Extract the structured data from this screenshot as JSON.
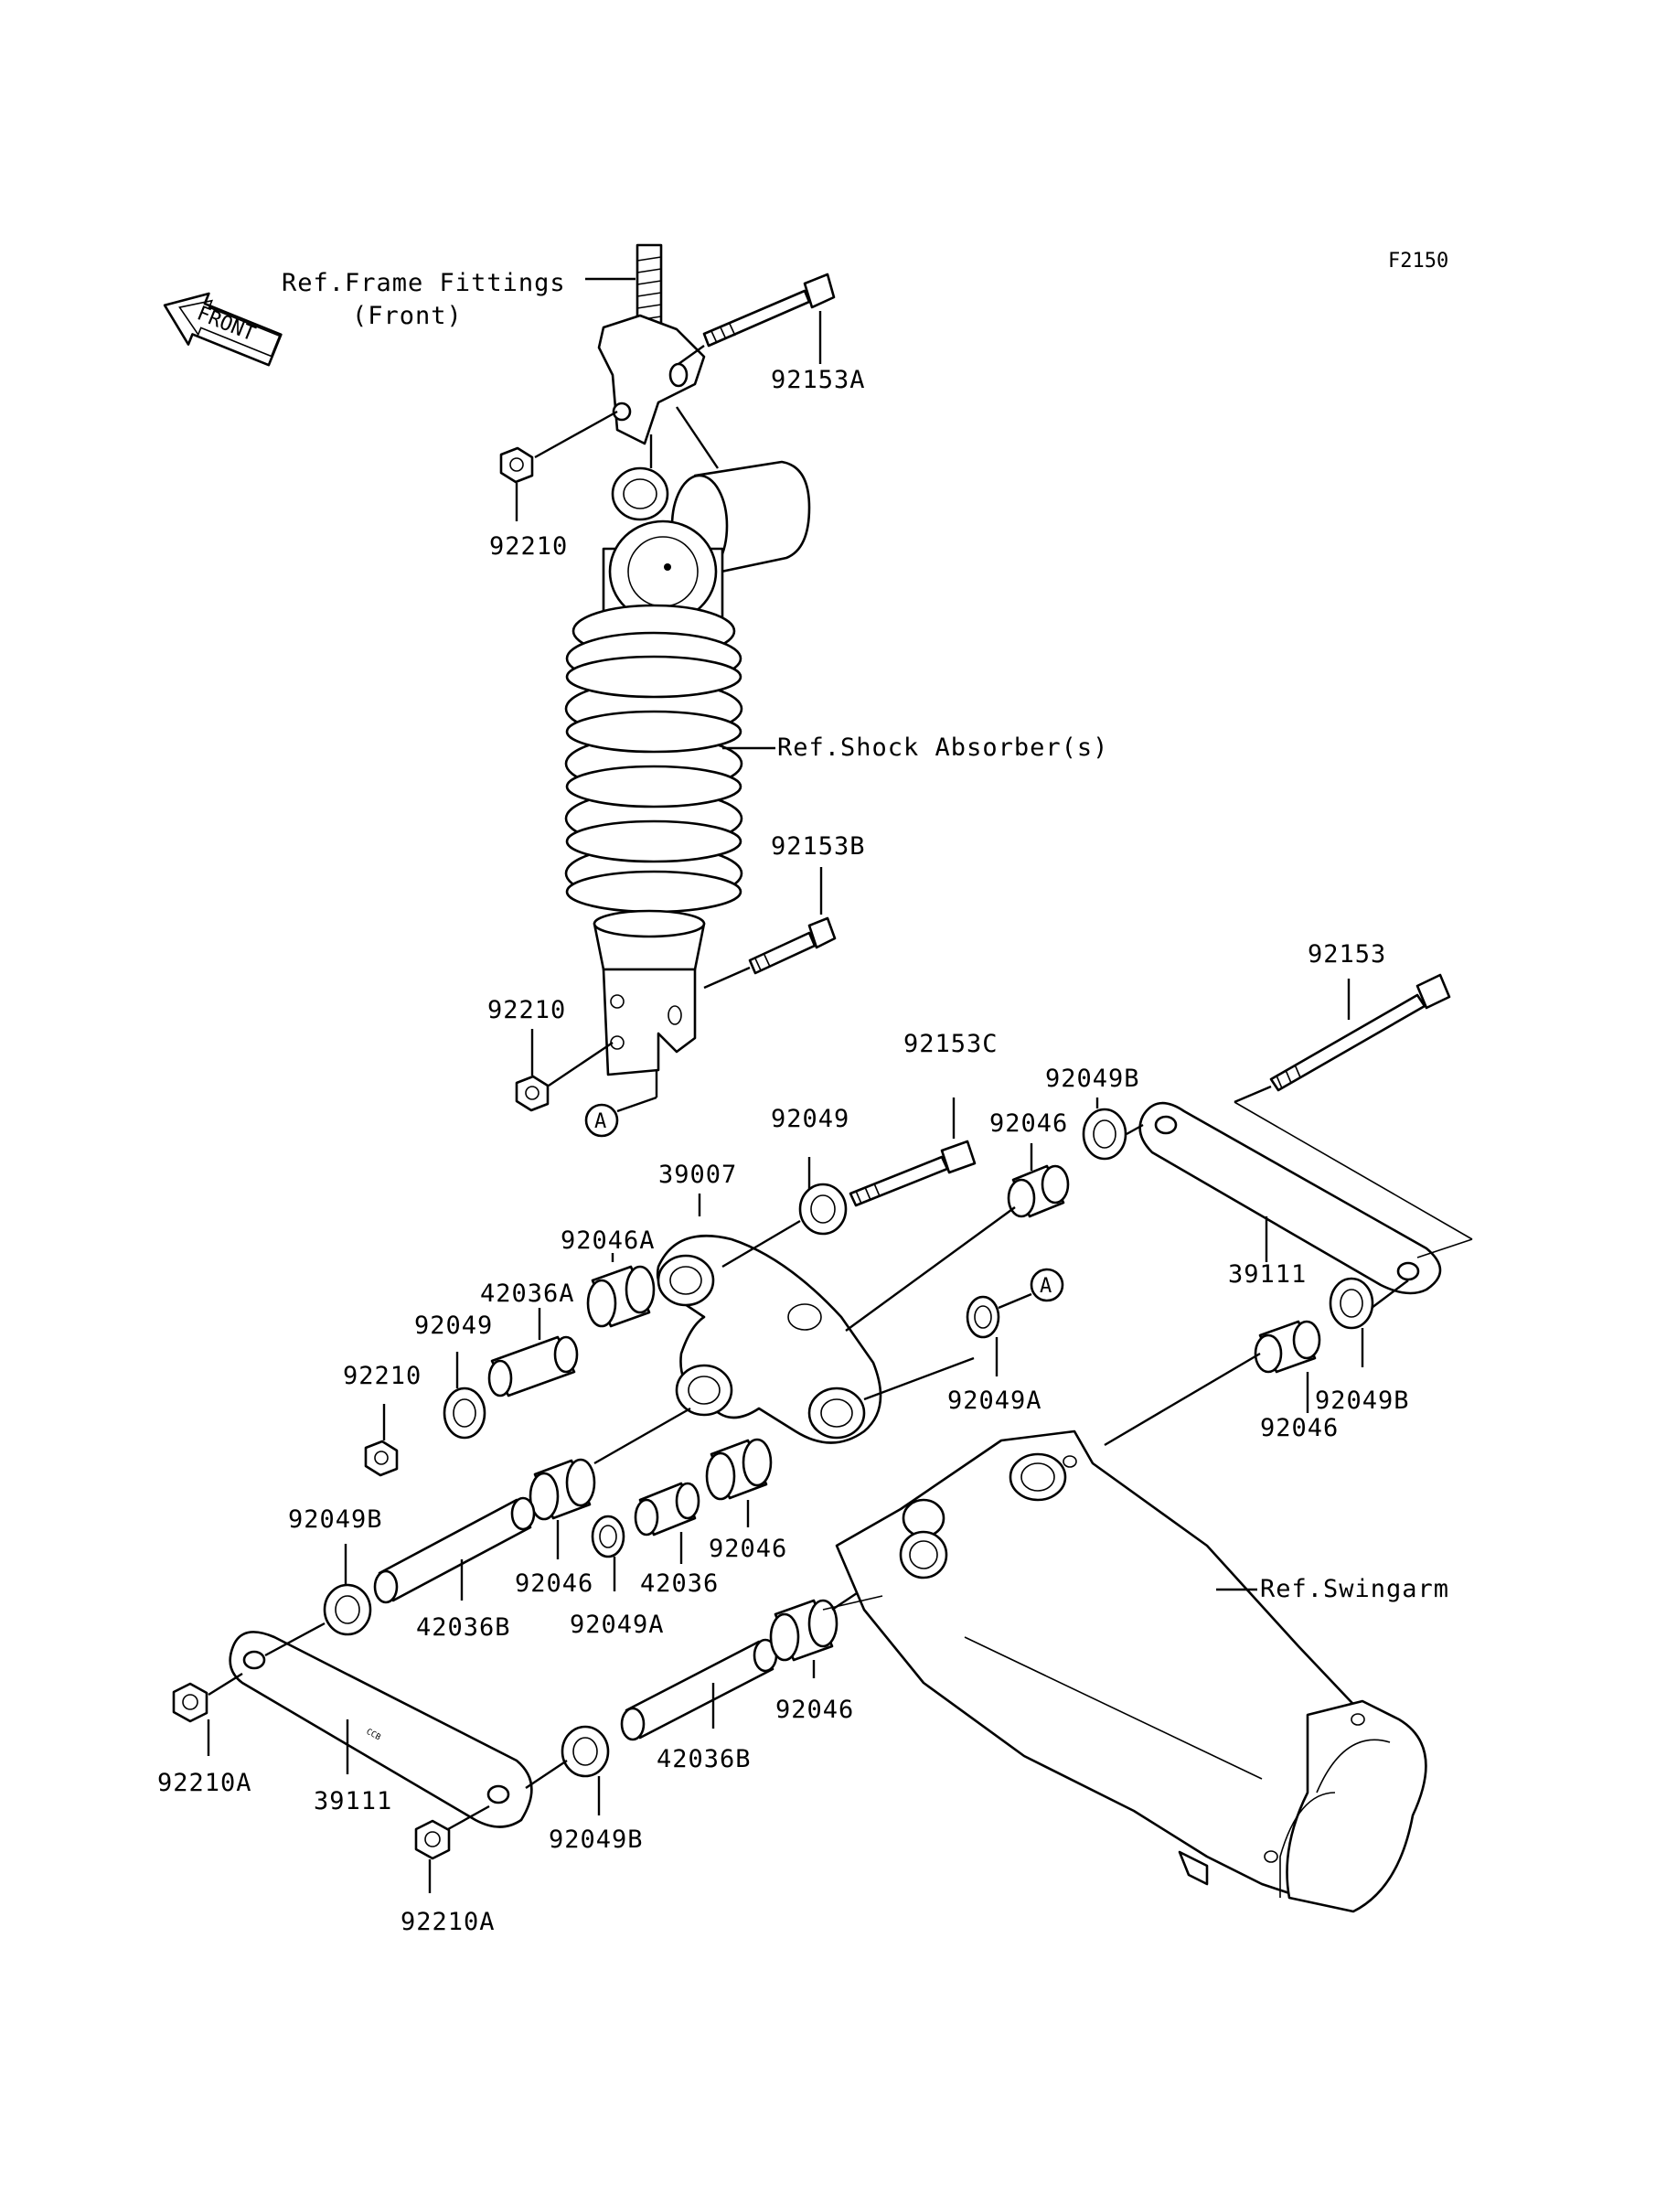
{
  "figure_code": "F2150",
  "front_arrow_label": "FRONT",
  "refs": {
    "frame_fittings_line1": "Ref.Frame Fittings",
    "frame_fittings_line2": "(Front)",
    "shock_absorber": "Ref.Shock Absorber(s)",
    "swingarm": "Ref.Swingarm"
  },
  "callout_a": "A",
  "callout_a2": "A",
  "parts": {
    "p92153A": "92153A",
    "p92210_top": "92210",
    "p92153B": "92153B",
    "p92210_mid": "92210",
    "p92153": "92153",
    "p92153C": "92153C",
    "p92049B_top": "92049B",
    "p92049_top": "92049",
    "p92046_top": "92046",
    "p39007": "39007",
    "p92046A": "92046A",
    "p42036A": "42036A",
    "p92049_left": "92049",
    "p92210_left": "92210",
    "p39111_right": "39111",
    "p92049B_right": "92049B",
    "p92046_right": "92046",
    "p92049A_mid": "92049A",
    "p92049B_left": "92049B",
    "p92046_a": "92046",
    "p42036": "42036",
    "p92046_b": "92046",
    "p42036B_left": "42036B",
    "p92049A_low": "92049A",
    "p92046_c": "92046",
    "p42036B_low": "42036B",
    "p92210A_left": "92210A",
    "p39111_left": "39111",
    "p92049B_low": "92049B",
    "p92210A_low": "92210A"
  }
}
